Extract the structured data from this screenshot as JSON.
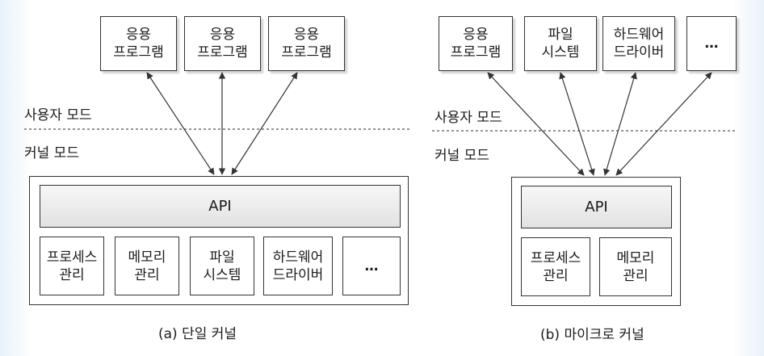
{
  "left": {
    "apps": [
      [
        "응용",
        "프로그램"
      ],
      [
        "응용",
        "프로그램"
      ],
      [
        "응용",
        "프로그램"
      ]
    ],
    "user_mode": "사용자 모드",
    "kernel_mode": "커널 모드",
    "api": "API",
    "modules": [
      [
        "프로세스",
        "관리"
      ],
      [
        "메모리",
        "관리"
      ],
      [
        "파일",
        "시스템"
      ],
      [
        "하드웨어",
        "드라이버"
      ],
      [
        "…"
      ]
    ],
    "caption": "(a) 단일 커널"
  },
  "right": {
    "apps": [
      [
        "응용",
        "프로그램"
      ],
      [
        "파일",
        "시스템"
      ],
      [
        "하드웨어",
        "드라이버"
      ],
      [
        "…"
      ]
    ],
    "user_mode": "사용자 모드",
    "kernel_mode": "커널 모드",
    "api": "API",
    "modules": [
      [
        "프로세스",
        "관리"
      ],
      [
        "메모리",
        "관리"
      ]
    ],
    "caption": "(b) 마이크로 커널"
  },
  "colors": {
    "line": "#333333",
    "api_fill_top": "#f7f7f7",
    "api_fill_bottom": "#e2e2e2"
  }
}
